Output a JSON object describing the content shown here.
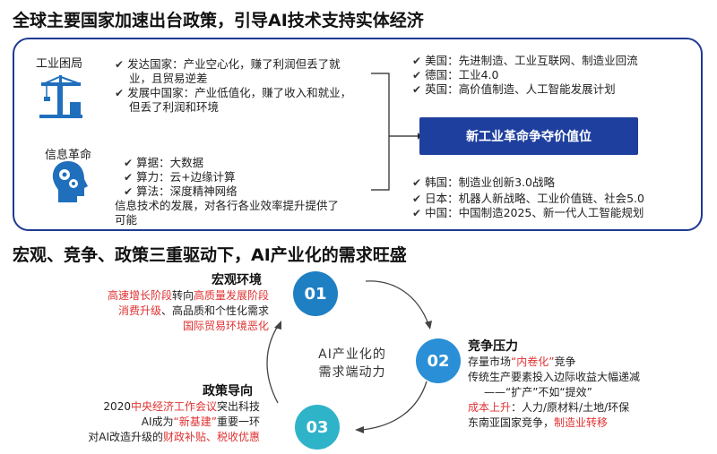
{
  "title1": "全球主要国家加速出台政策，引导AI技术支持实体经济",
  "title2": "宏观、竞争、政策三重驱动下，AI产业化的需求旺盛",
  "left": {
    "industry_label": "工业困局",
    "industry_items": [
      [
        "发达国家：产业空心化，赚了利润但丢了就",
        "业，且贸易逆差"
      ],
      [
        "发展中国家：产业低值化，赚了收入和就业，",
        "但丢了利润和环境"
      ]
    ],
    "info_label": "信息革命",
    "info_items": [
      "算据：大数据",
      "算力：云+边缘计算",
      "算法：深度精神网络"
    ],
    "info_note": [
      "信息技术的发展，对各行各业效率提升提供了",
      "可能"
    ]
  },
  "center_label": "新工业革命争夺价值位",
  "right_top": [
    "美国：先进制造、工业互联网、制造业回流",
    "德国：工业4.0",
    "英国：高价值制造、人工智能发展计划"
  ],
  "right_bottom": [
    "韩国：制造业创新3.0战略",
    "日本：机器人新战略、工业价值链、社会5.0",
    "中国：中国制造2025、新一代人工智能规划"
  ],
  "cycle": {
    "center": [
      "AI产业化的",
      "需求端动力"
    ],
    "n1": "01",
    "n2": "02",
    "n3": "03",
    "s1": {
      "title": "宏观环境",
      "l1_red": "高速增长阶段",
      "l1_mid": "转向",
      "l1_red2": "高质量发展阶段",
      "l2_red": "消费升级",
      "l2_rest": "、高品质和个性化需求",
      "l3_red": "国际贸易环境恶化"
    },
    "s2": {
      "title": "竞争压力",
      "l1_a": "存量市场",
      "l1_red": "“内卷化”",
      "l1_b": "竞争",
      "l2": "传统生产要素投入边际收益大幅递减",
      "l3": "——“扩产”不如“提效”",
      "l4_red": "成本上升",
      "l4_rest": "：人力/原材料/土地/环保",
      "l5_a": "东南亚国家竞争，",
      "l5_red": "制造业转移"
    },
    "s3": {
      "title": "政策导向",
      "l1_a": "2020",
      "l1_red": "中央经济工作会议",
      "l1_b": "突出科技",
      "l2_a": "AI成为",
      "l2_red": "“新基建”",
      "l2_b": "重要一环",
      "l3_a": "对AI改造升级的",
      "l3_red": "财政补贴、税收优惠"
    }
  },
  "colors": {
    "navy": "#1e3f9e",
    "c1": "#1f7fc3",
    "c2": "#2a8fd6",
    "c3": "#2fb3c8",
    "red": "#e03232"
  }
}
